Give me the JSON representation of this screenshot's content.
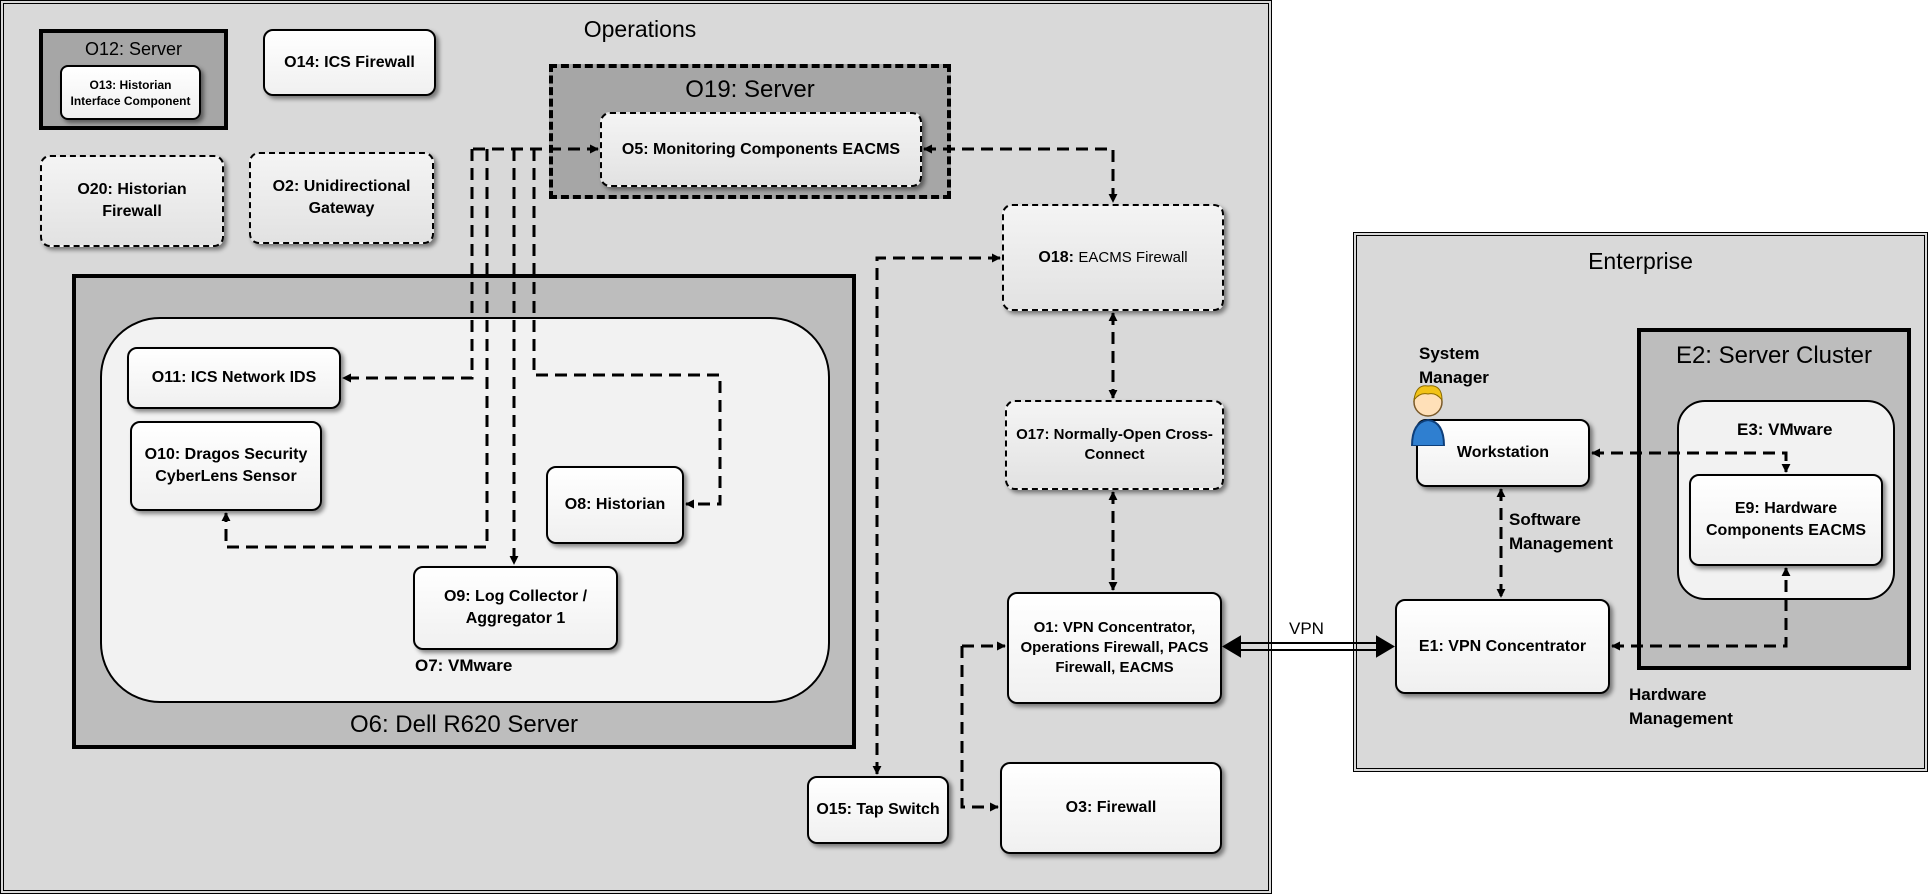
{
  "operations": {
    "title": "Operations",
    "o12_title": "O12: Server",
    "o13": "O13: Historian Interface Component",
    "o14": "O14: ICS Firewall",
    "o19_title": "O19: Server",
    "o5": "O5: Monitoring Components EACMS",
    "o20": "O20: Historian Firewall",
    "o2": "O2: Unidirectional Gateway",
    "o18_code": "O18:",
    "o18_name": "EACMS Firewall",
    "o17_code": "O17:",
    "o17_name": "Normally-Open Cross-Connect",
    "o6_title": "O6: Dell R620 Server",
    "o7": "O7: VMware",
    "o11": "O11: ICS Network IDS",
    "o10": "O10: Dragos Security CyberLens Sensor",
    "o8": "O8: Historian",
    "o9": "O9: Log Collector / Aggregator 1",
    "o1": "O1: VPN Concentrator, Operations Firewall, PACS Firewall, EACMS",
    "o15": "O15: Tap Switch",
    "o3": "O3: Firewall"
  },
  "vpn_label": "VPN",
  "enterprise": {
    "title": "Enterprise",
    "e2_title": "E2: Server Cluster",
    "e3": "E3: VMware",
    "e9": "E9: Hardware Components EACMS",
    "system_manager": "System Manager",
    "workstation": "Workstation",
    "software_management": "Software Management",
    "e1": "E1: VPN Concentrator",
    "hardware_management": "Hardware Management"
  },
  "icons": {
    "user": "user-icon"
  },
  "colors": {
    "zone": "#d9d9d9",
    "server": "#bdbdbd",
    "server_dashed": "#a6a6a6",
    "vm": "#f2f2f2"
  }
}
